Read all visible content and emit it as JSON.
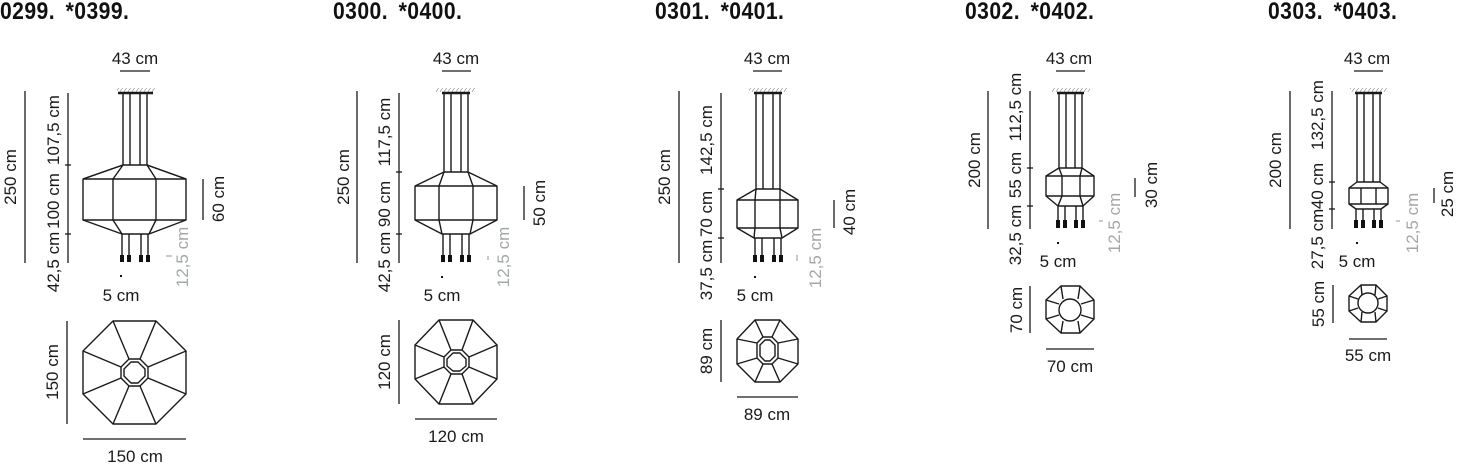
{
  "diagram": {
    "subject": "Pendant lamp dimension drawings",
    "colors": {
      "ink": "#1a1a1a",
      "secondary_gray": "#a3a7a8",
      "background": "#ffffff"
    },
    "models": [
      {
        "codes": [
          "0299.",
          "*0399."
        ],
        "canopy_width": "43 cm",
        "total_height": "250 cm",
        "segments": [
          "107,5 cm",
          "100 cm",
          "42,5 cm"
        ],
        "body_height": "60 cm",
        "terminal_height": "12,5 cm",
        "terminal_spacing": "5 cm",
        "top_view_depth": "150 cm",
        "top_view_width": "150 cm"
      },
      {
        "codes": [
          "0300.",
          "*0400."
        ],
        "canopy_width": "43 cm",
        "total_height": "250 cm",
        "segments": [
          "117,5 cm",
          "90 cm",
          "42,5 cm"
        ],
        "body_height": "50 cm",
        "terminal_height": "12,5 cm",
        "terminal_spacing": "5 cm",
        "top_view_depth": "120 cm",
        "top_view_width": "120 cm"
      },
      {
        "codes": [
          "0301.",
          "*0401."
        ],
        "canopy_width": "43 cm",
        "total_height": "250 cm",
        "segments": [
          "142,5 cm",
          "70 cm",
          "37,5 cm"
        ],
        "body_height": "40 cm",
        "terminal_height": "12,5 cm",
        "terminal_spacing": "5 cm",
        "top_view_depth": "89 cm",
        "top_view_width": "89 cm"
      },
      {
        "codes": [
          "0302.",
          "*0402."
        ],
        "canopy_width": "43 cm",
        "total_height": "200 cm",
        "segments": [
          "112,5 cm",
          "55 cm",
          "32,5 cm"
        ],
        "body_height": "30 cm",
        "terminal_height": "12,5 cm",
        "terminal_spacing": "5 cm",
        "top_view_depth": "70 cm",
        "top_view_width": "70 cm"
      },
      {
        "codes": [
          "0303.",
          "*0403."
        ],
        "canopy_width": "43 cm",
        "total_height": "200 cm",
        "segments": [
          "132,5 cm",
          "40 cm",
          "27,5 cm"
        ],
        "body_height": "25 cm",
        "terminal_height": "12,5 cm",
        "terminal_spacing": "5 cm",
        "top_view_depth": "55 cm",
        "top_view_width": "55 cm"
      }
    ]
  }
}
